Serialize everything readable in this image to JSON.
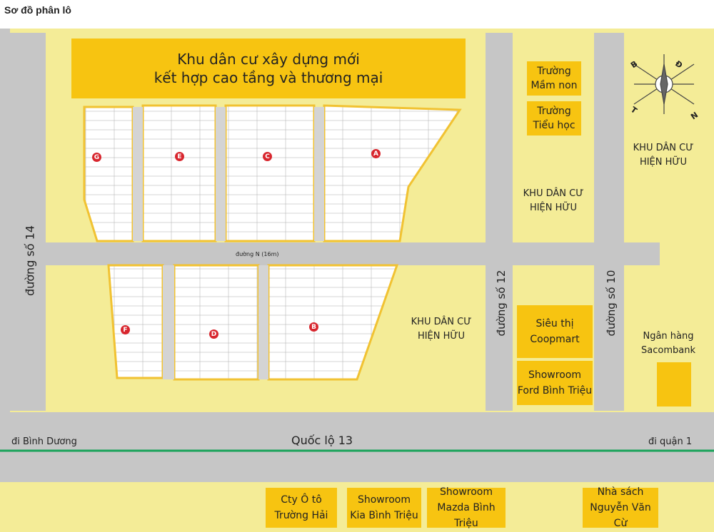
{
  "title": "Sơ đồ phân lô",
  "colors": {
    "background": "#f4ec97",
    "road": "#c6c6c6",
    "building": "#f7c411",
    "lot_outline": "#f1c232",
    "highway_line": "#19a35a",
    "marker": "#d8262e"
  },
  "zones": {
    "new_residential": "Khu dân cư xây dựng mới\nkết hợp cao tầng và thương mại",
    "kindergarten": "Trường\nMầm non",
    "primary_school": "Trường\nTiểu học",
    "existing_right": "KHU DÂN CƯ\nHIỆN HỮU",
    "existing_mid": "KHU DÂN CƯ\nHIỆN HỮU",
    "existing_lower": "KHU DÂN CƯ\nHIỆN HỮU",
    "coopmart": "Siêu thị\nCoopmart",
    "ford": "Showroom\nFord Bình Triệu",
    "sacombank": "Ngân hàng\nSacombank",
    "truong_hai": "Cty Ô tô\nTrường Hải",
    "kia": "Showroom\nKia Bình Triệu",
    "mazda": "Showroom\nMazda Bình Triệu",
    "bookstore": "Nhà sách\nNguyễn Văn Cừ"
  },
  "roads": {
    "duong_14": "đường số 14",
    "duong_12": "đường số 12",
    "duong_10": "đường số 10",
    "duong_n": "đường N (16m)",
    "ql13": "Quốc lộ  13",
    "binh_duong": "đi Bình Dương",
    "quan_1": "đi quận 1"
  },
  "compass": [
    "B",
    "Đ",
    "N",
    "T"
  ],
  "block_markers": [
    "A",
    "B",
    "C",
    "D",
    "E",
    "F",
    "G"
  ]
}
